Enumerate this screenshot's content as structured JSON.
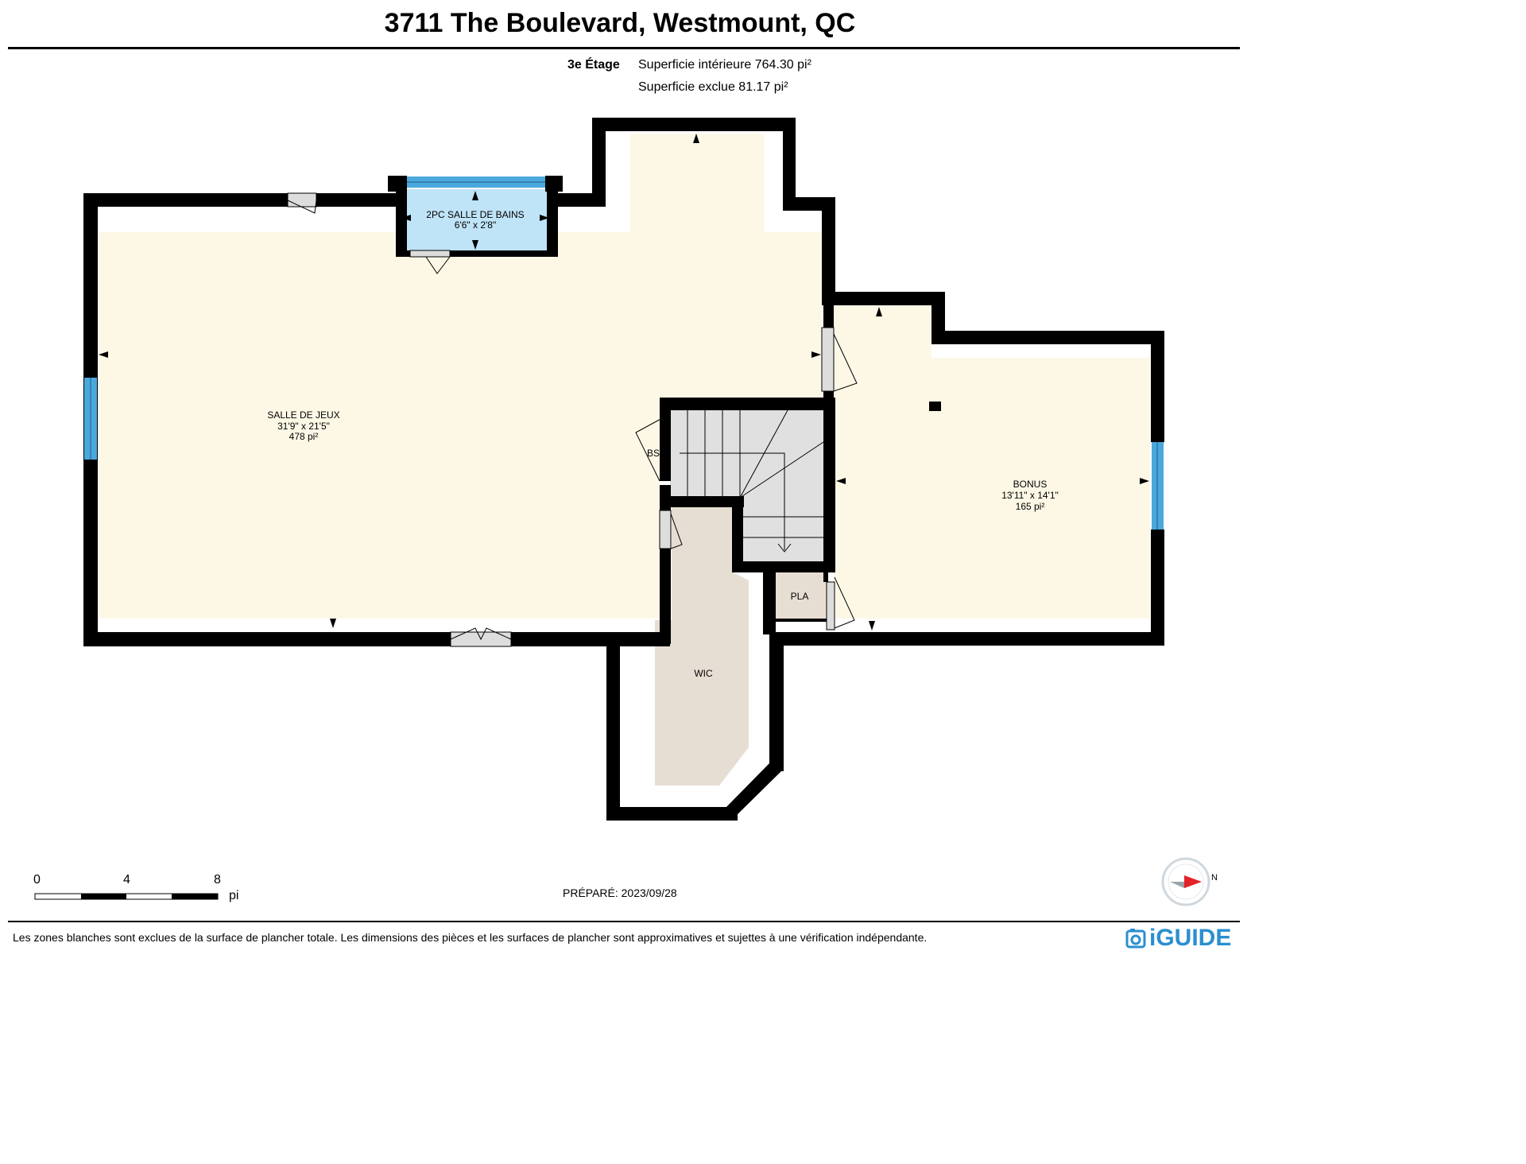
{
  "header": {
    "title": "3711 The Boulevard, Westmount, QC"
  },
  "floor": {
    "name": "3e Étage",
    "interior_area": "Superficie intérieure 764.30 pi²",
    "excluded_area": "Superficie exclue 81.17 pi²"
  },
  "rooms": {
    "bathroom": {
      "name": "2PC SALLE DE BAINS",
      "dims": "6'6\" x 2'8\""
    },
    "playroom": {
      "name": "SALLE DE JEUX",
      "dims": "31'9\" x 21'5\"",
      "area": "478 pi²"
    },
    "bonus": {
      "name": "BONUS",
      "dims": "13'11\" x 14'1\"",
      "area": "165 pi²"
    },
    "bs": {
      "name": "BS"
    },
    "pla": {
      "name": "PLA"
    },
    "wic": {
      "name": "WIC"
    }
  },
  "scale": {
    "ticks": [
      "0",
      "4",
      "8"
    ],
    "unit": "pi"
  },
  "footer": {
    "prepared": "PRÉPARÉ: 2023/09/28",
    "disclaimer": "Les zones blanches sont exclues de la surface de plancher totale. Les dimensions des pièces et les surfaces de plancher sont approximatives et sujettes à une vérification indépendante.",
    "brand": "iGUIDE"
  },
  "compass": {
    "direction": "N"
  },
  "colors": {
    "room_fill": "#fdf8e6",
    "bath_fill": "#bfe3f7",
    "closet_fill": "#e7ded3",
    "pla_fill": "#e7ded3",
    "stairs_fill": "#e0e0e0",
    "wall": "#000000",
    "window": "#4aa8dc",
    "brand": "#2a8fd0"
  }
}
